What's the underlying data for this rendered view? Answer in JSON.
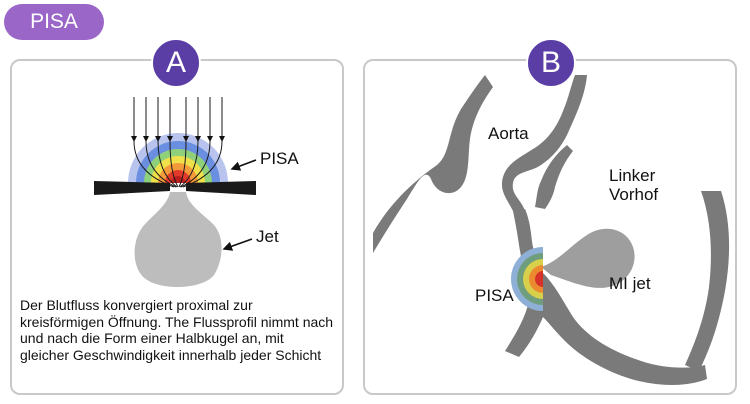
{
  "header": {
    "tag_label": "PISA",
    "tag_color": "#9a66c8"
  },
  "panel_a": {
    "badge": "A",
    "label_pisa": "PISA",
    "label_jet": "Jet",
    "caption": "Der Blutfluss konvergiert proximal zur kreisförmigen Öffnung. The Flussprofil nimmt nach und nach die Form einer Halbkugel an, mit gleicher Geschwindigkeit innerhalb jeder Schicht"
  },
  "panel_b": {
    "badge": "B",
    "label_aorta": "Aorta",
    "label_atrium_line1": "Linker",
    "label_atrium_line2": "Vorhof",
    "label_pisa": "PISA",
    "label_jet": "MI jet"
  },
  "colors": {
    "badge": "#5a3ea6",
    "tissue": "#7a7a7a",
    "jet": "#bdbdbd",
    "border": "#c8c8c8"
  }
}
